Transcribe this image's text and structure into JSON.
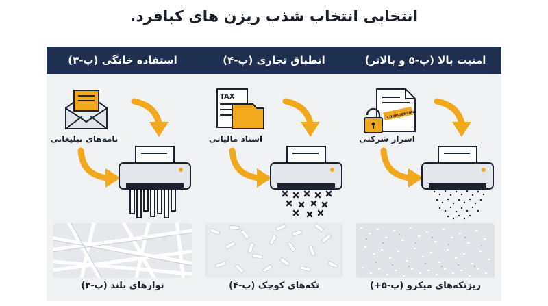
{
  "title": "انتخابی انتخاب شذب ریزن های کبافرد.",
  "columns": [
    {
      "header": "امنیت بالا (پ-۵ و بالاتر)",
      "doc_label": "اسرار شرکتی",
      "photo_label": "ریزتکه‌های میکرو (پ-۵+)",
      "doc_icon": "confidential-document-lock-icon",
      "output": "micro-particles"
    },
    {
      "header": "انطباق تجاری (پ-۴)",
      "doc_label": "اسناد مالیاتی",
      "photo_label": "تکه‌های کوچک (پ-۴)",
      "doc_icon": "tax-folder-icon",
      "output": "cross-cut"
    },
    {
      "header": "استفاده خانگی (پ-۳)",
      "doc_label": "نامه‌های تبلیغاتی",
      "photo_label": "نوارهای بلند (پ-۳)",
      "doc_icon": "mail-envelope-icon",
      "output": "strips"
    }
  ],
  "colors": {
    "header_bg": "#1f2f52",
    "arrow": "#f2a81d",
    "shredder_body": "#e3e6ea",
    "outline": "#1c2330"
  }
}
